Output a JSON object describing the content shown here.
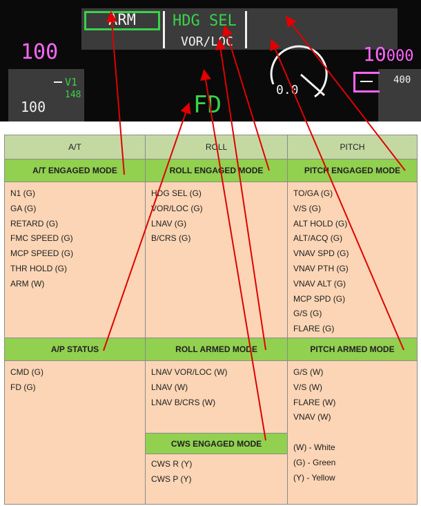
{
  "pfd": {
    "fma": {
      "at_mode": "ARM",
      "roll_engaged": "HDG SEL",
      "roll_armed": "VOR/LOC",
      "pitch_engaged": ""
    },
    "speed": {
      "selected": "100",
      "current": "100",
      "v1_label": "V1",
      "v1_value": "148"
    },
    "fd_status": "FD",
    "vertical_speed": "0.0",
    "altitude": {
      "selected_large": "10",
      "selected_small": "000",
      "tape_value": "400"
    },
    "colors": {
      "green": "#39d24a",
      "magenta": "#ff66ff",
      "white": "#f2f2f2",
      "arrow": "#e00000"
    }
  },
  "table": {
    "columns": [
      "A/T",
      "ROLL",
      "PITCH"
    ],
    "sections": {
      "at_engaged": {
        "heading": "A/T ENGAGED MODE",
        "items": [
          "N1 (G)",
          "GA (G)",
          "RETARD (G)",
          "FMC SPEED (G)",
          "MCP SPEED (G)",
          "THR HOLD (G)",
          "ARM (W)"
        ]
      },
      "roll_engaged": {
        "heading": "ROLL ENGAGED MODE",
        "items": [
          "HDG SEL (G)",
          "VOR/LOC (G)",
          "LNAV (G)",
          "B/CRS (G)"
        ]
      },
      "pitch_engaged": {
        "heading": "PITCH ENGAGED MODE",
        "items": [
          "TO/GA (G)",
          "V/S (G)",
          "ALT HOLD (G)",
          "ALT/ACQ (G)",
          "VNAV SPD (G)",
          "VNAV PTH (G)",
          "VNAV ALT (G)",
          "MCP SPD (G)",
          "G/S (G)",
          "FLARE (G)"
        ]
      },
      "ap_status": {
        "heading": "A/P STATUS",
        "items": [
          "CMD (G)",
          "FD (G)"
        ]
      },
      "roll_armed": {
        "heading": "ROLL ARMED MODE",
        "items": [
          "LNAV VOR/LOC (W)",
          "LNAV (W)",
          "LNAV B/CRS (W)"
        ]
      },
      "cws_engaged": {
        "heading": "CWS ENGAGED MODE",
        "items": [
          "CWS R (Y)",
          "CWS P (Y)"
        ]
      },
      "pitch_armed": {
        "heading": "PITCH ARMED MODE",
        "items": [
          "G/S (W)",
          "V/S (W)",
          "FLARE (W)",
          "VNAV (W)"
        ]
      },
      "legend": [
        "(W) - White",
        "(G)  - Green",
        "(Y)   - Yellow"
      ]
    }
  }
}
